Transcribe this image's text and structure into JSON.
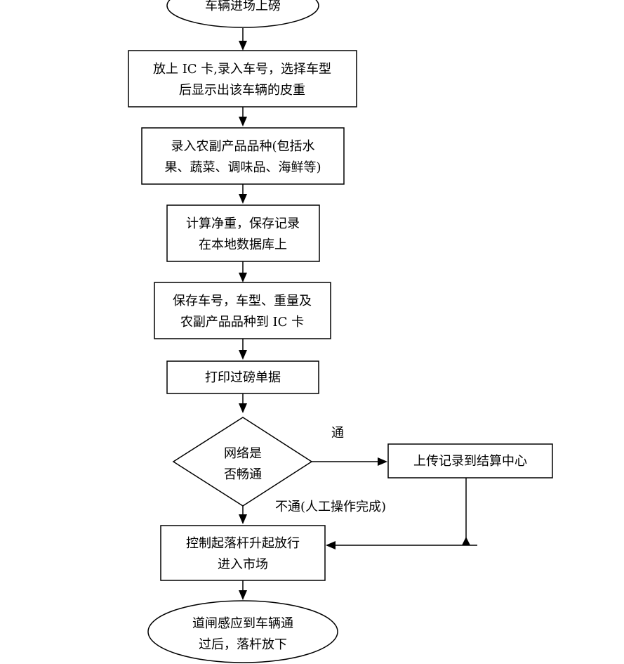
{
  "nodes": {
    "start": {
      "lines": [
        "车辆进场上磅"
      ]
    },
    "ic_card": {
      "lines": [
        "放上 IC 卡,录入车号，选择车型",
        "后显示出该车辆的皮重"
      ]
    },
    "produce": {
      "lines": [
        "录入农副产品品种(包括水",
        "果、蔬菜、调味品、海鲜等)"
      ]
    },
    "net_weight": {
      "lines": [
        "计算净重，保存记录",
        "在本地数据库上"
      ]
    },
    "save_card": {
      "lines": [
        "保存车号，车型、重量及",
        "农副产品品种到 IC 卡"
      ]
    },
    "print": {
      "lines": [
        "打印过磅单据"
      ]
    },
    "network": {
      "lines": [
        "网络是",
        "否畅通"
      ]
    },
    "upload": {
      "lines": [
        "上传记录到结算中心"
      ]
    },
    "barrier": {
      "lines": [
        "控制起落杆升起放行",
        "进入市场"
      ]
    },
    "end": {
      "lines": [
        "道闸感应到车辆通",
        "过后，落杆放下"
      ]
    }
  },
  "edge_labels": {
    "yes": "通",
    "no": "不通(人工操作完成)"
  },
  "colors": {
    "stroke": "#000000",
    "fill": "#ffffff",
    "text": "#000000"
  }
}
